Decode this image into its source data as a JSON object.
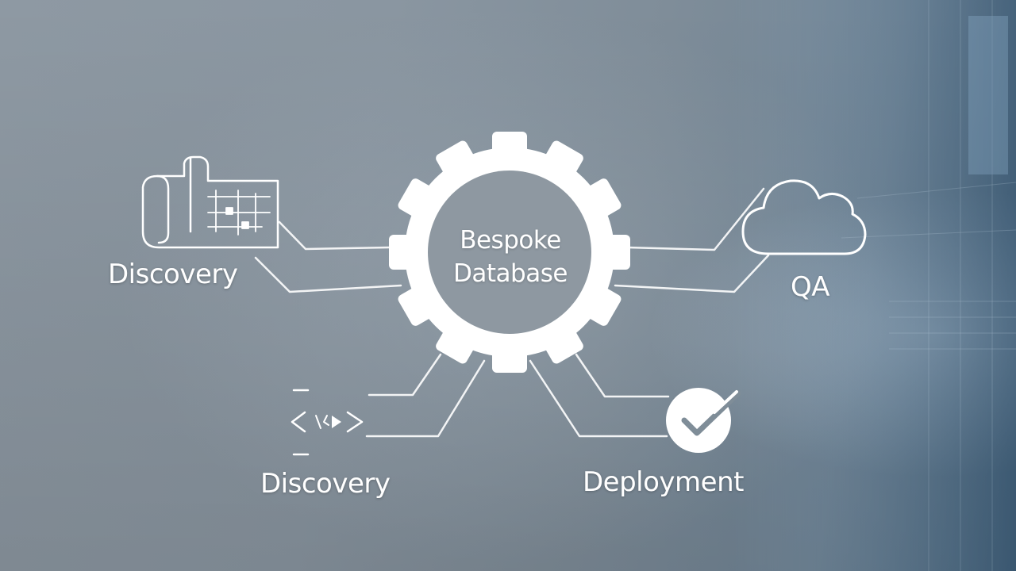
{
  "center": {
    "line1": "Bespoke",
    "line2": "Database"
  },
  "nodes": {
    "top_left": {
      "label": "Discovery",
      "icon": "blueprint-icon"
    },
    "top_right": {
      "label": "QA",
      "icon": "cloud-icon"
    },
    "bottom_left": {
      "label": "Discovery",
      "icon": "code-icon"
    },
    "bottom_right": {
      "label": "Deployment",
      "icon": "checkmark-icon"
    }
  },
  "colors": {
    "foreground": "#ffffff",
    "background": "#8a96a1",
    "accent_blue": "#4d6a82"
  }
}
